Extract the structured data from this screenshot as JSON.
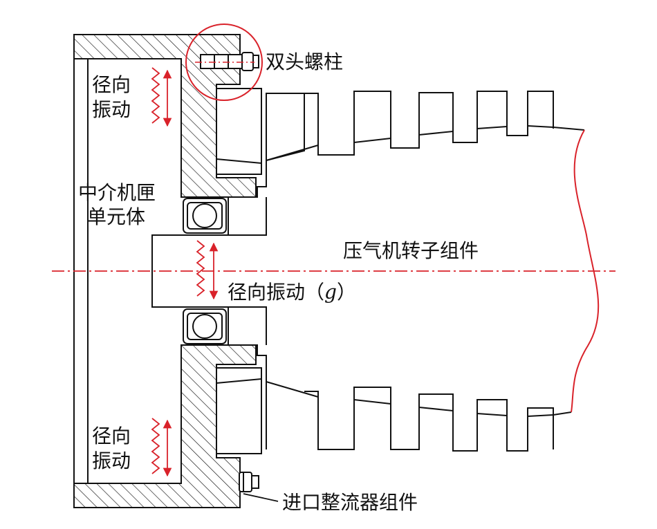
{
  "labels": {
    "stud_bolt": "双头螺柱",
    "radial_vibration_top": [
      "径向",
      "振动"
    ],
    "casing_unit": [
      "中介机匣",
      "单元体"
    ],
    "rotor_assembly": "压气机转子组件",
    "radial_vibration_center": {
      "text": "径向振动（",
      "symbol": "g",
      "close": "）"
    },
    "radial_vibration_bottom": [
      "径向",
      "振动"
    ],
    "inlet_guide_vane": "进口整流器组件"
  },
  "colors": {
    "line": "#111111",
    "accent": "#d9222a",
    "background": "#ffffff"
  }
}
